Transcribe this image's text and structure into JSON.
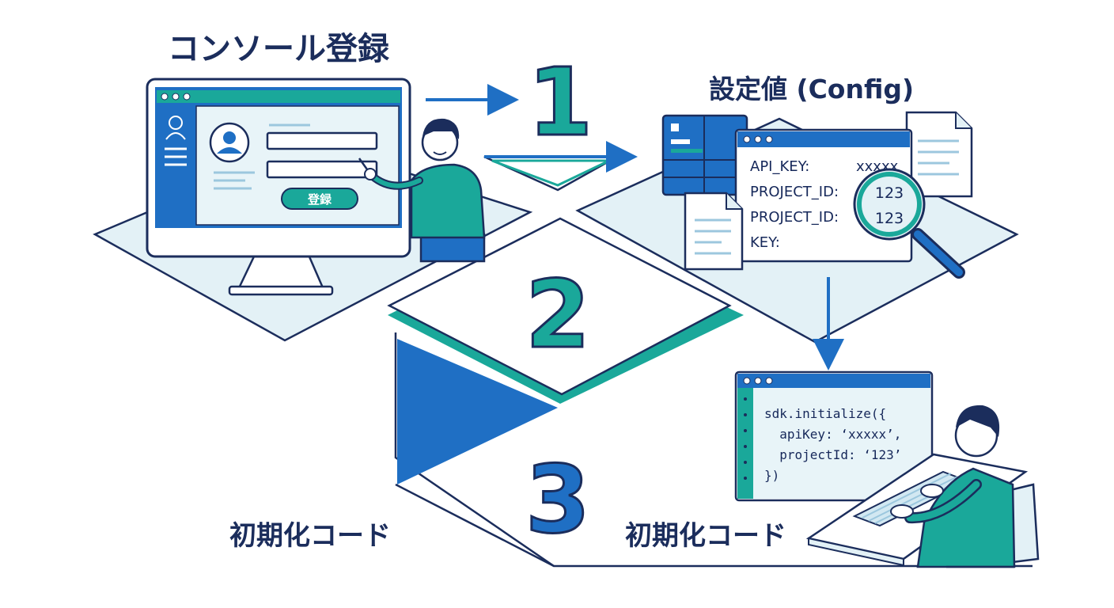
{
  "steps": {
    "one": "1",
    "two": "2",
    "three": "3"
  },
  "console": {
    "title": "コンソール登録",
    "register_button": "登録"
  },
  "config": {
    "title": "設定値 (Config)",
    "rows": [
      {
        "key": "API_KEY:",
        "value": "xxxxx"
      },
      {
        "key": "PROJECT_ID:",
        "value": "123"
      },
      {
        "key": "PROJECT_ID:",
        "value": "123"
      },
      {
        "key": "KEY:",
        "value": ""
      }
    ]
  },
  "init": {
    "label_left": "初期化コード",
    "label_right": "初期化コード",
    "code_lines": [
      "sdk.initialize({",
      "  apiKey: ‘xxxxx’,",
      "  projectId: ‘123’",
      "})"
    ]
  },
  "colors": {
    "navy": "#1b2d5c",
    "blue": "#1f6fc4",
    "teal": "#1aa89a",
    "lightblue": "#e3f1f6"
  }
}
